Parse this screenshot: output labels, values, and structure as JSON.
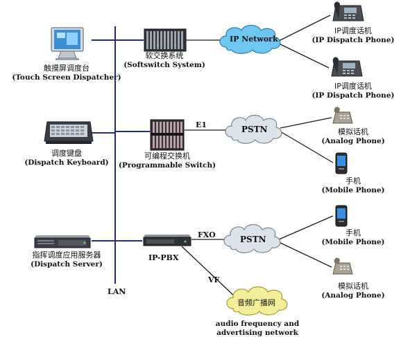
{
  "network": {
    "lan_label": "LAN",
    "line_tags": {
      "e1": "E1",
      "fxo": "FXO",
      "vf": "VF"
    }
  },
  "left_devices": [
    {
      "cn": "触摸屏调度台",
      "en": "(Touch Screen Dispatcher)",
      "icon": "monitor-icon"
    },
    {
      "cn": "调度键盘",
      "en": "(Dispatch Keyboard)",
      "icon": "keyboard-icon"
    },
    {
      "cn": "指挥调度应用服务器",
      "en": "(Dispatch Server)",
      "icon": "server-icon"
    }
  ],
  "mid_devices": [
    {
      "cn": "软交换系统",
      "en": "(Softswitch System)",
      "icon": "softswitch-rack-icon"
    },
    {
      "cn": "可编程交换机",
      "en": "(Programmable Switch)",
      "icon": "programmable-switch-icon"
    },
    {
      "name": "IP-PBX",
      "icon": "ip-pbx-icon"
    }
  ],
  "clouds": {
    "ip_network": "IP Network",
    "pstn_top": "PSTN",
    "pstn_bottom": "PSTN",
    "audio_network": "音频广播网"
  },
  "right_devices": [
    {
      "cn": "IP调度话机",
      "en": "(IP Dispatch Phone)",
      "icon": "ip-phone-icon"
    },
    {
      "cn": "IP调度话机",
      "en": "(IP Dispatch Phone)",
      "icon": "ip-phone-icon"
    },
    {
      "cn": "模拟话机",
      "en": "(Analog Phone)",
      "icon": "analog-phone-icon"
    },
    {
      "cn": "手机",
      "en": "(Mobile Phone)",
      "icon": "mobile-phone-icon"
    },
    {
      "cn": "手机",
      "en": "(Mobile Phone)",
      "icon": "mobile-phone-icon"
    },
    {
      "cn": "模拟话机",
      "en": "(Analog Phone)",
      "icon": "analog-phone-icon"
    }
  ],
  "audio_caption": [
    "audio frequency and",
    "advertising network"
  ],
  "colors": {
    "lan_line": "#1f2a8a",
    "link_line": "#1a1a1a",
    "cloud_fill": "#dde3ea",
    "ip_cloud_fill": "#6fc7ef",
    "audio_cloud_fill": "#f3ee9a"
  }
}
